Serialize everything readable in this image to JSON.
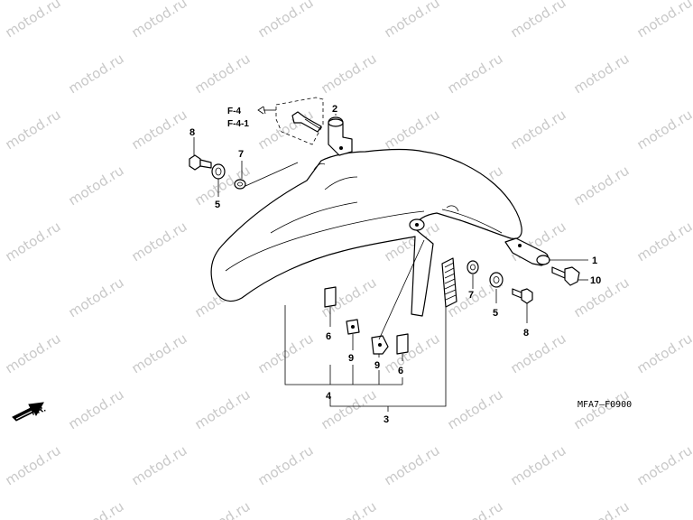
{
  "watermark": {
    "text": "motod.ru"
  },
  "references": {
    "ref1": "F-4",
    "ref2": "F-4-1"
  },
  "direction_marker": {
    "label": "FR."
  },
  "diagram_code": "MFA7–F0900",
  "callouts": {
    "c1": "1",
    "c2": "2",
    "c3": "3",
    "c4": "4",
    "c5a": "5",
    "c5b": "5",
    "c6a": "6",
    "c6b": "6",
    "c7a": "7",
    "c7b": "7",
    "c8a": "8",
    "c8b": "8",
    "c9a": "9",
    "c9b": "9",
    "c10": "10"
  }
}
